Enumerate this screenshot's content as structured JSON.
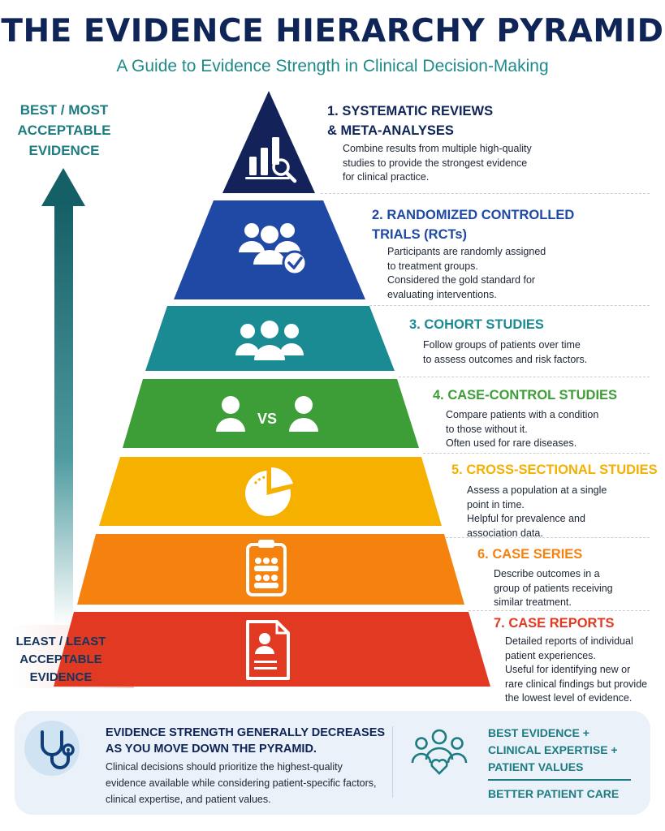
{
  "title": "THE EVIDENCE HIERARCHY PYRAMID",
  "subtitle": "A Guide to Evidence Strength in Clinical Decision-Making",
  "side_top": "BEST / MOST ACCEPTABLE EVIDENCE",
  "side_bottom": [
    "LEAST / LEAST",
    "ACCEPTABLE",
    "EVIDENCE"
  ],
  "tiers": [
    {
      "title": [
        "1. SYSTEMATIC REVIEWS",
        "& META-ANALYSES"
      ],
      "desc": [
        "Combine results from multiple high-quality",
        "studies to provide the strongest evidence",
        "for clinical practice."
      ],
      "color": "#13235a",
      "icon": "chart-magnifier-icon"
    },
    {
      "title": [
        "2. RANDOMIZED CONTROLLED",
        "TRIALS (RCTs)"
      ],
      "desc": [
        "Participants are randomly assigned",
        "to treatment groups.",
        "Considered the gold standard for",
        "evaluating interventions."
      ],
      "color": "#1f49a5",
      "icon": "group-check-icon"
    },
    {
      "title": [
        "3. COHORT STUDIES"
      ],
      "desc": [
        "Follow groups of patients over time",
        "to assess outcomes and risk factors."
      ],
      "color": "#1a8a93",
      "icon": "group-icon"
    },
    {
      "title": [
        "4. CASE-CONTROL STUDIES"
      ],
      "desc": [
        "Compare patients with a condition",
        "to those without it.",
        "Often used for rare diseases."
      ],
      "color": "#3d9e37",
      "icon": "person-vs-person-icon",
      "vs_text": "VS"
    },
    {
      "title": [
        "5. CROSS-SECTIONAL STUDIES"
      ],
      "desc": [
        "Assess a population at a single",
        "point in time.",
        "Helpful for prevalence and",
        "association data."
      ],
      "color": "#f6b000",
      "icon": "pie-chart-icon"
    },
    {
      "title": [
        "6. CASE SERIES"
      ],
      "desc": [
        "Describe outcomes in a",
        "group of patients receiving",
        "similar treatment."
      ],
      "color": "#f5820f",
      "icon": "clipboard-group-icon"
    },
    {
      "title": [
        "7. CASE REPORTS"
      ],
      "desc": [
        "Detailed reports of individual",
        "patient experiences.",
        "Useful for identifying new or",
        "rare clinical findings but provide",
        "the lowest level of evidence."
      ],
      "color": "#e23a22",
      "icon": "patient-report-icon"
    }
  ],
  "footer": {
    "title": [
      "EVIDENCE STRENGTH GENERALLY DECREASES",
      "AS YOU MOVE DOWN THE PYRAMID."
    ],
    "desc": [
      "Clinical decisions should prioritize the highest-quality",
      "evidence available while considering patient-specific factors,",
      "clinical expertise, and patient values."
    ],
    "right": [
      "BEST EVIDENCE +",
      "CLINICAL EXPERTISE +",
      "PATIENT VALUES"
    ],
    "care": "BETTER PATIENT CARE",
    "icons": [
      "stethoscope-icon",
      "care-team-heart-icon"
    ]
  },
  "colors": {
    "navy": "#0f2457",
    "teal": "#1d7c82"
  }
}
